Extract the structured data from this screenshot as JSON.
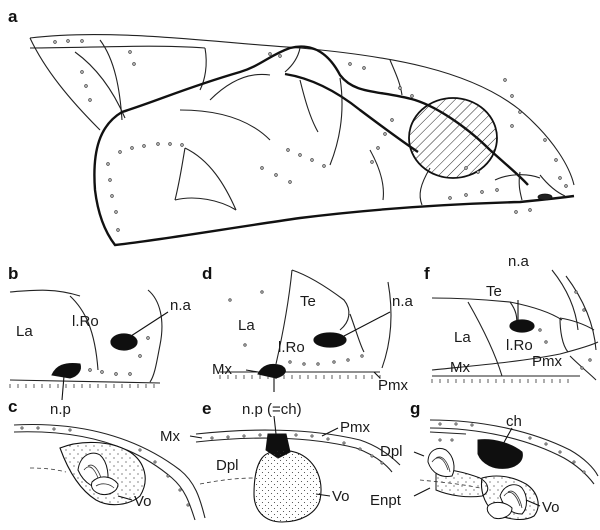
{
  "panels": {
    "a": {
      "letter": "a"
    },
    "b": {
      "letter": "b",
      "labels": {
        "la": "La",
        "lro": "l.Ro",
        "na": "n.a",
        "np": "n.p"
      }
    },
    "c": {
      "letter": "c",
      "labels": {
        "vo": "Vo"
      }
    },
    "d": {
      "letter": "d",
      "labels": {
        "te": "Te",
        "la": "La",
        "lro": "l.Ro",
        "na": "n.a",
        "mx": "Mx",
        "pmx": "Pmx"
      }
    },
    "e": {
      "letter": "e",
      "labels": {
        "np_ch": "n.p (=ch)",
        "mx": "Mx",
        "pmx": "Pmx",
        "dpl": "Dpl",
        "vo": "Vo"
      }
    },
    "f": {
      "letter": "f",
      "labels": {
        "na": "n.a",
        "te": "Te",
        "la": "La",
        "lro": "l.Ro",
        "mx": "Mx",
        "pmx": "Pmx"
      }
    },
    "g": {
      "letter": "g",
      "labels": {
        "ch": "ch",
        "dpl": "Dpl",
        "enpt": "Enpt",
        "vo": "Vo"
      }
    }
  },
  "colors": {
    "ink": "#111111",
    "paper": "#ffffff"
  }
}
